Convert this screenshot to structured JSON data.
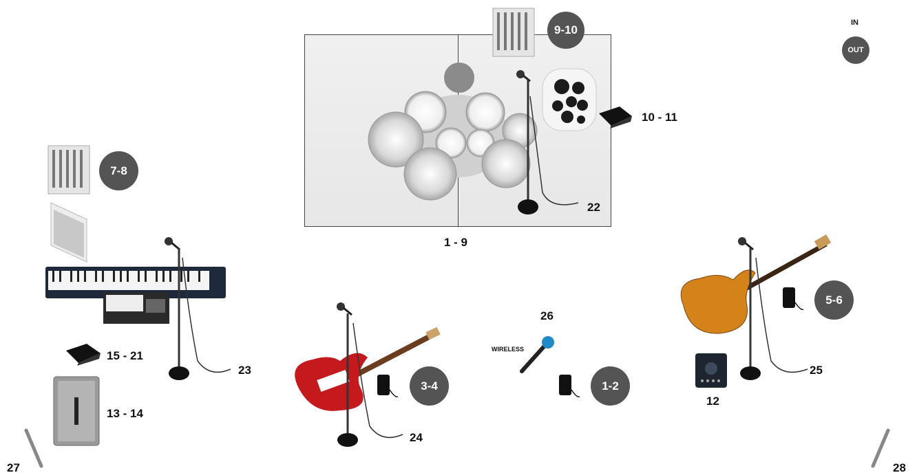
{
  "labels": {
    "drums": "1 - 9",
    "monitor_9_10": "9-10",
    "interface_10_11": "10 - 11",
    "mic_22": "22",
    "monitor_7_8": "7-8",
    "interface_15_21": "15 - 21",
    "speaker_13_14": "13 - 14",
    "mic_23": "23",
    "monitor_3_4": "3-4",
    "mic_24": "24",
    "wireless": "WIRELESS",
    "mic_26": "26",
    "monitor_1_2": "1-2",
    "monitor_5_6": "5-6",
    "amp_12": "12",
    "mic_25": "25",
    "in": "IN",
    "out": "OUT",
    "left_corner": "27",
    "right_corner": "28"
  }
}
